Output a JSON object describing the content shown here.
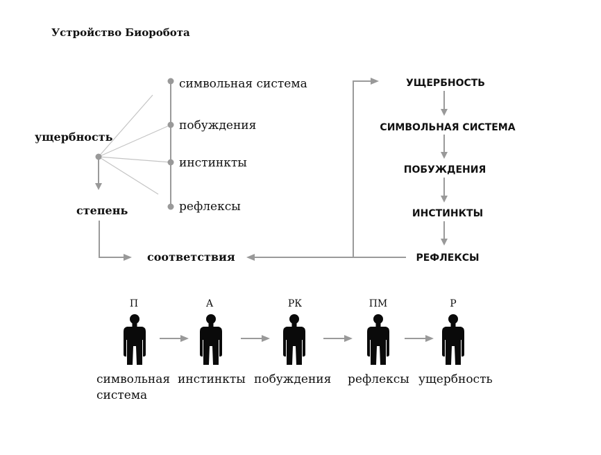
{
  "title": "Устройство Биоробота",
  "left": {
    "root": "ущербность",
    "branches": [
      "символьная система",
      "побуждения",
      "инстинкты",
      "рефлексы"
    ],
    "degree": "степень",
    "correspondence": "соответствия"
  },
  "right": {
    "chain": [
      "УЩЕРБНОСТЬ",
      "СИМВОЛЬНАЯ СИСТЕМА",
      "ПОБУЖДЕНИЯ",
      "ИНСТИНКТЫ",
      "РЕФЛЕКСЫ"
    ]
  },
  "people": [
    {
      "letter": "П",
      "caption": [
        "символьная",
        "система"
      ]
    },
    {
      "letter": "А",
      "caption": [
        "инстинкты"
      ]
    },
    {
      "letter": "РК",
      "caption": [
        "побуждения"
      ]
    },
    {
      "letter": "ПМ",
      "caption": [
        "рефлексы"
      ]
    },
    {
      "letter": "Р",
      "caption": [
        "ущербность"
      ]
    }
  ],
  "colors": {
    "line": "#9a9a9a",
    "figure": "#0a0a0a",
    "text": "#111111"
  },
  "icons": {
    "person": "person-silhouette-icon",
    "arrow": "arrow-right-icon"
  }
}
